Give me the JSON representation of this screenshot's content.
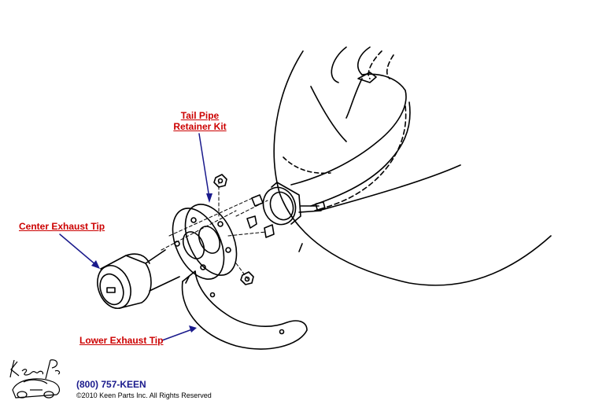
{
  "callouts": {
    "tail_pipe_line1": "Tail Pipe",
    "tail_pipe_line2": "Retainer Kit",
    "center_exhaust_tip": "Center Exhaust Tip",
    "lower_exhaust_tip": "Lower Exhaust Tip"
  },
  "footer": {
    "phone": "(800) 757-KEEN",
    "copyright": "©2010 Keen Parts Inc. All Rights Reserved"
  },
  "logo": {
    "script_text": "Keen Parts"
  },
  "colors": {
    "callout_text": "#cc0000",
    "arrow": "#1a1a8c",
    "line_art": "#000000",
    "phone_text": "#1a1a8c"
  }
}
